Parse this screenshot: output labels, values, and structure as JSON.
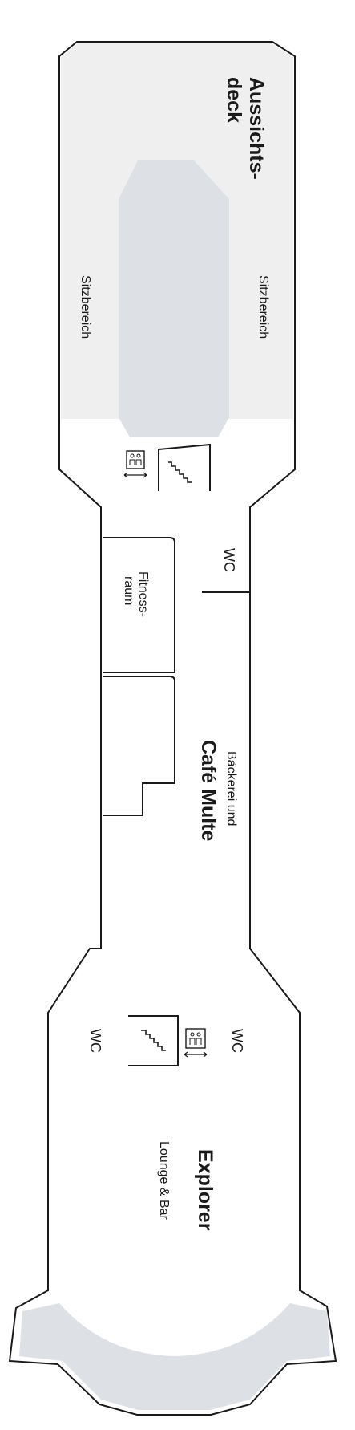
{
  "map": {
    "areas": {
      "observation_deck": {
        "line1": "Aussichts-",
        "line2": "deck"
      },
      "seating_left": "Sitzbereich",
      "seating_right": "Sitzbereich",
      "wc_upper": "WC",
      "fitness": {
        "line1": "Fitness-",
        "line2": "raum"
      },
      "cafe": {
        "subtitle": "Bäckerei und",
        "title": "Café Multe"
      },
      "wc_lower_left": "WC",
      "wc_lower_right": "WC",
      "lounge": {
        "title": "Explorer",
        "subtitle": "Lounge & Bar"
      }
    },
    "icons": {
      "elevator_upper": "elevator-icon",
      "stairs_upper": "stairs-icon",
      "elevator_lower": "elevator-icon",
      "stairs_lower": "stairs-icon"
    },
    "colors": {
      "outline": "#1a1a1a",
      "light_fill": "#efefef",
      "accent_fill": "#dde1e5",
      "background": "#ffffff"
    }
  }
}
